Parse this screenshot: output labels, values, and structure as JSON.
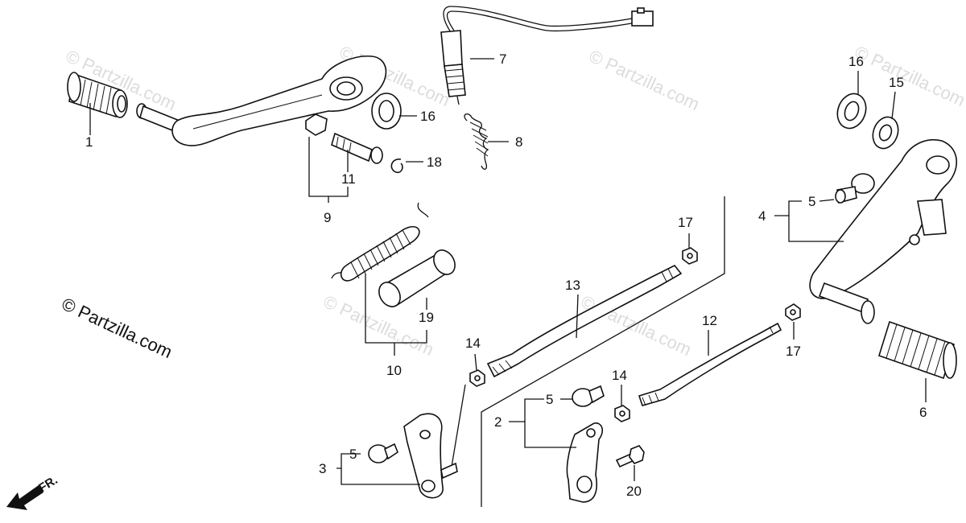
{
  "watermark": "© Partzilla.com",
  "copyright": "© Partzilla.com",
  "direction_label": "FR.",
  "callouts": {
    "p1": "1",
    "p2": "2",
    "p3": "3",
    "p4": "4",
    "p5a": "5",
    "p5b": "5",
    "p5c": "5",
    "p6": "6",
    "p7": "7",
    "p8": "8",
    "p9": "9",
    "p10": "10",
    "p11": "11",
    "p12": "12",
    "p13": "13",
    "p14a": "14",
    "p14b": "14",
    "p15": "15",
    "p16a": "16",
    "p16b": "16",
    "p17a": "17",
    "p17b": "17",
    "p18": "18",
    "p19": "19",
    "p20": "20"
  }
}
